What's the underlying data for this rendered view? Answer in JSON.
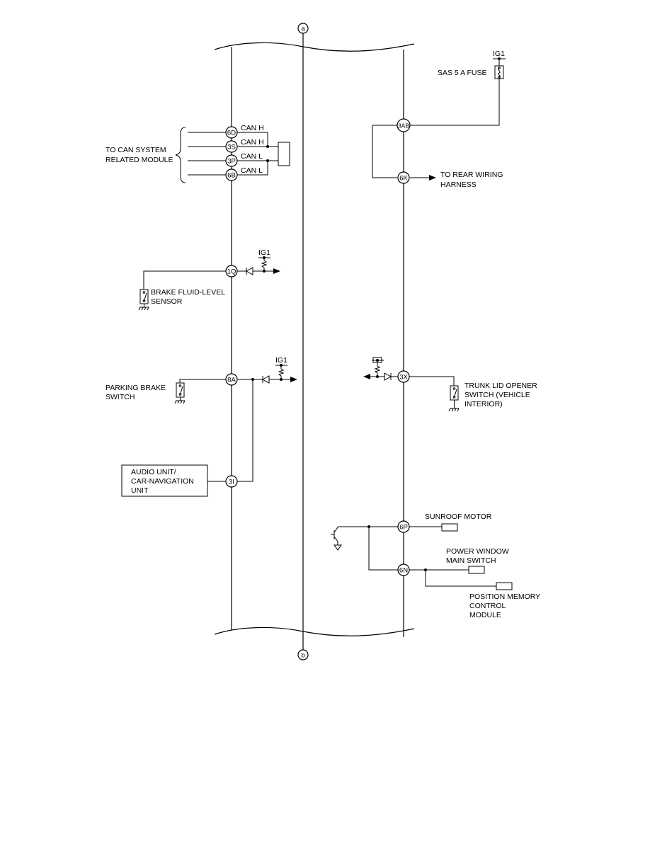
{
  "connectors": {
    "top": "a",
    "bottom": "b"
  },
  "pins": {
    "p6d": "6D",
    "p3s": "3S",
    "p3p": "3P",
    "p6b": "6B",
    "p1q": "1Q",
    "p8a": "8A",
    "p3i": "3I",
    "p3ab": "3AB",
    "p6k": "6K",
    "p3x": "3X",
    "p6p": "6P",
    "p6n": "6N"
  },
  "labels": {
    "can_h_1": "CAN H",
    "can_h_2": "CAN H",
    "can_l_1": "CAN L",
    "can_l_2": "CAN L",
    "can_module_1": "TO CAN SYSTEM",
    "can_module_2": "RELATED MODULE",
    "ig1_fuse": "IG1",
    "sas_fuse": "SAS 5 A FUSE",
    "rear_harness_1": "TO REAR WIRING",
    "rear_harness_2": "HARNESS",
    "ig1_brake": "IG1",
    "brake_fluid_1": "BRAKE FLUID-LEVEL",
    "brake_fluid_2": "SENSOR",
    "ig1_parking": "IG1",
    "parking_1": "PARKING BRAKE",
    "parking_2": "SWITCH",
    "trunk_1": "TRUNK LID OPENER",
    "trunk_2": "SWITCH (VEHICLE",
    "trunk_3": "INTERIOR)",
    "audio_1": "AUDIO UNIT/",
    "audio_2": "CAR-NAVIGATION",
    "audio_3": "UNIT",
    "sunroof": "SUNROOF MOTOR",
    "power_window_1": "POWER WINDOW",
    "power_window_2": "MAIN SWITCH",
    "position_memory_1": "POSITION MEMORY",
    "position_memory_2": "CONTROL",
    "position_memory_3": "MODULE"
  },
  "icons": [
    "switch-icon",
    "ground-icon",
    "diode-icon",
    "resistor-icon",
    "fuse-icon",
    "transistor-icon",
    "arrow-icon"
  ]
}
